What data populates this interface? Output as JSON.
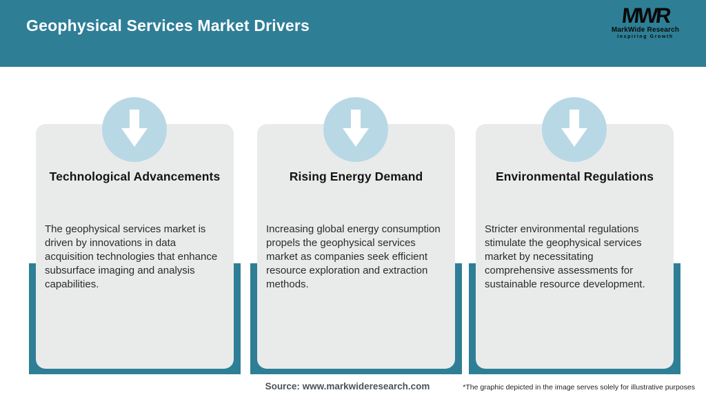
{
  "header": {
    "title": "Geophysical Services Market Drivers",
    "logo": {
      "acronym": "MWR",
      "name": "MarkWide Research",
      "tagline": "Inspiring Growth"
    }
  },
  "cards": [
    {
      "icon": "arrow-down-icon",
      "title": "Technological Advancements",
      "description": "The geophysical services market is driven by innovations in data acquisition technologies that enhance subsurface imaging and analysis capabilities."
    },
    {
      "icon": "arrow-down-icon",
      "title": "Rising Energy Demand",
      "description": "Increasing global energy consumption propels the geophysical services market as companies seek efficient resource exploration and extraction methods."
    },
    {
      "icon": "arrow-down-icon",
      "title": "Environmental Regulations",
      "description": "Stricter environmental regulations stimulate the geophysical services market by necessitating comprehensive assessments for sustainable resource development."
    }
  ],
  "footer": {
    "source": "Source: www.markwideresearch.com",
    "disclaimer": "*The graphic depicted in the image serves solely for illustrative purposes"
  },
  "colors": {
    "accent_teal": "#2e7f96",
    "circle_blue": "#b9d8e5",
    "card_background": "#e9ebeb",
    "header_text": "#ffffff",
    "body_text": "#2a2a2a",
    "source_text": "#4a5258"
  }
}
